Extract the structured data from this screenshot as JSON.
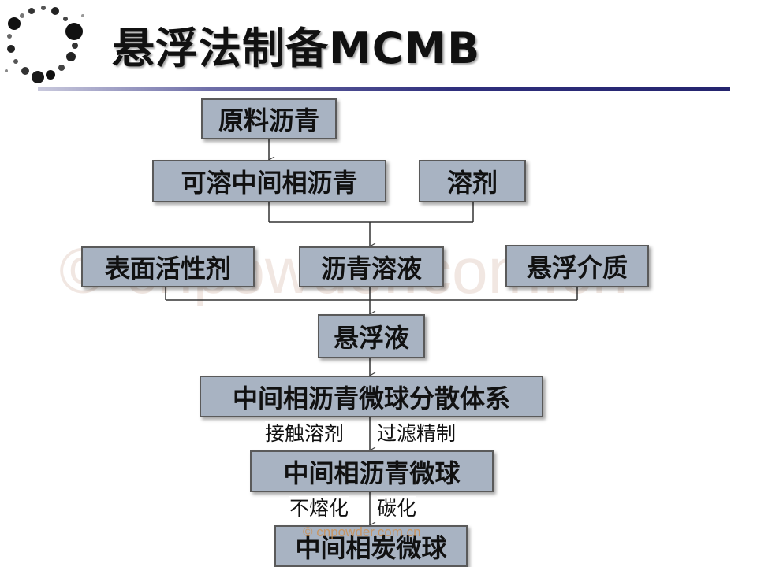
{
  "slide": {
    "title": "悬浮法制备MCMB",
    "watermark": "© cnpowder.com.cn",
    "watermark_small": "© cnpowder.com.cn"
  },
  "flow": {
    "raw_pitch": "原料沥青",
    "soluble_mesophase_pitch": "可溶中间相沥青",
    "solvent": "溶剂",
    "surfactant": "表面活性剂",
    "pitch_solution": "沥青溶液",
    "suspension_medium": "悬浮介质",
    "suspension": "悬浮液",
    "dispersion_system": "中间相沥青微球分散体系",
    "mesophase_microspheres": "中间相沥青微球",
    "carbon_microspheres": "中间相炭微球"
  },
  "steps": {
    "contact_solvent": "接触溶剂",
    "filter_refine": "过滤精制",
    "infusible": "不熔化",
    "carbonize": "碳化"
  }
}
